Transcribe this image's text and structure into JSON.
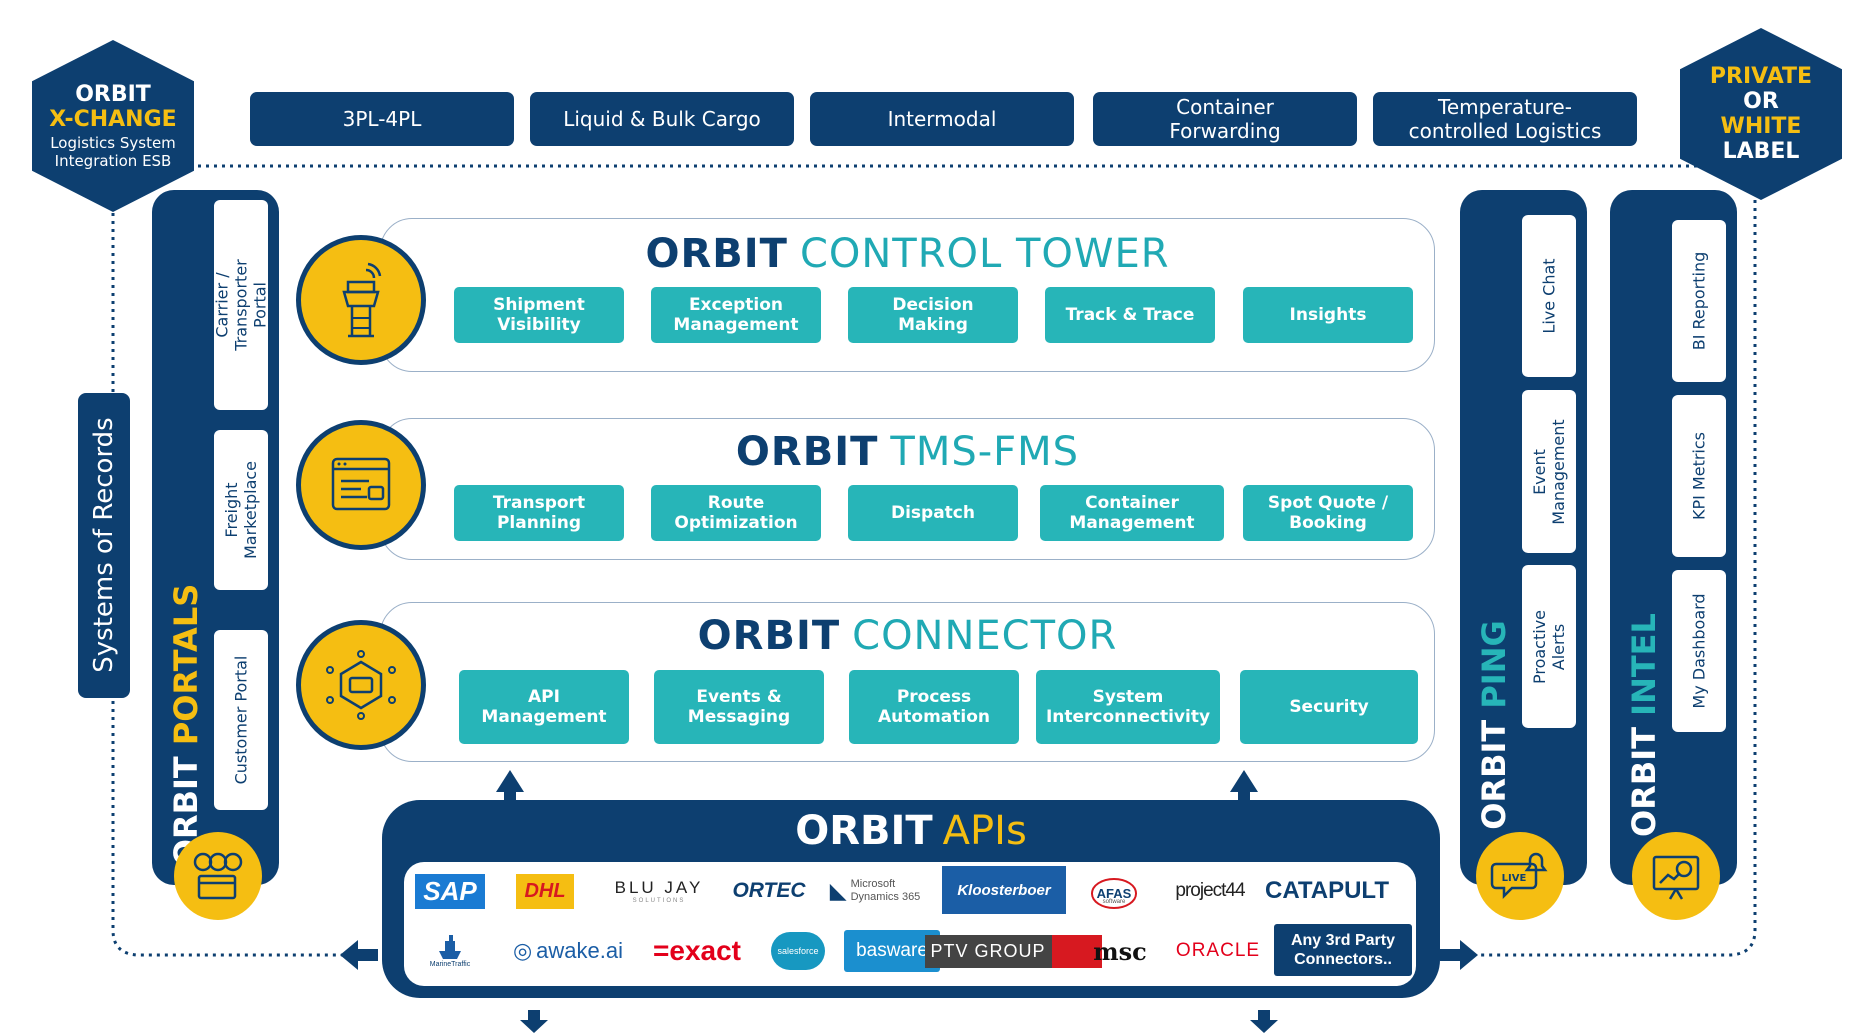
{
  "top_categories": [
    "3PL-4PL",
    "Liquid & Bulk Cargo",
    "Intermodal",
    "Container\nForwarding",
    "Temperature-\ncontrolled Logistics"
  ],
  "xchange": {
    "line1": "ORBIT",
    "line2": "X-CHANGE",
    "line3": "Logistics System",
    "line4": "Integration ESB"
  },
  "private_label": {
    "line1": "PRIVATE",
    "line2": "OR",
    "line3": "WHITE",
    "line4": "LABEL"
  },
  "systems_of_records": "Systems of Records",
  "portals": {
    "brand": "ORBIT",
    "name": "PORTALS",
    "items": [
      "Carrier /\nTransporter Portal",
      "Freight\nMarketplace",
      "Customer Portal"
    ]
  },
  "ping": {
    "brand": "ORBIT",
    "name": "PING",
    "items": [
      "Live Chat",
      "Event\nManagement",
      "Proactive\nAlerts"
    ]
  },
  "intel": {
    "brand": "ORBIT",
    "name": "INTEL",
    "items": [
      "BI Reporting",
      "KPI Metrics",
      "My Dashboard"
    ]
  },
  "control_tower": {
    "brand": "ORBIT",
    "name": "CONTROL TOWER",
    "items": [
      "Shipment\nVisibility",
      "Exception\nManagement",
      "Decision\nMaking",
      "Track & Trace",
      "Insights"
    ]
  },
  "tms": {
    "brand": "ORBIT",
    "name": "TMS-FMS",
    "items": [
      "Transport\nPlanning",
      "Route\nOptimization",
      "Dispatch",
      "Container\nManagement",
      "Spot Quote /\nBooking"
    ]
  },
  "connector": {
    "brand": "ORBIT",
    "name": "CONNECTOR",
    "items": [
      "API\nManagement",
      "Events &\nMessaging",
      "Process\nAutomation",
      "System\nInterconnectivity",
      "Security"
    ]
  },
  "apis": {
    "brand": "ORBIT",
    "name": "APIs",
    "logos_row1": [
      "SAP",
      "DHL",
      "BLU JAY",
      "ORTEC",
      "Microsoft\nDynamics 365",
      "Kloosterboer",
      "AFAS",
      "project44",
      "CATAPULT"
    ],
    "logos_row2": [
      "MarineTraffic",
      "awake.ai",
      "=exact",
      "salesforce",
      "basware",
      "PTV GROUP",
      "msc",
      "ORACLE"
    ],
    "third_party": "Any 3rd Party\nConnectors..",
    "bluejay_sub": "SOLUTIONS",
    "afas_sub": "software"
  },
  "colors": {
    "navy": "#0d3f70",
    "teal": "#27b5b8",
    "yellow": "#f5be12"
  }
}
